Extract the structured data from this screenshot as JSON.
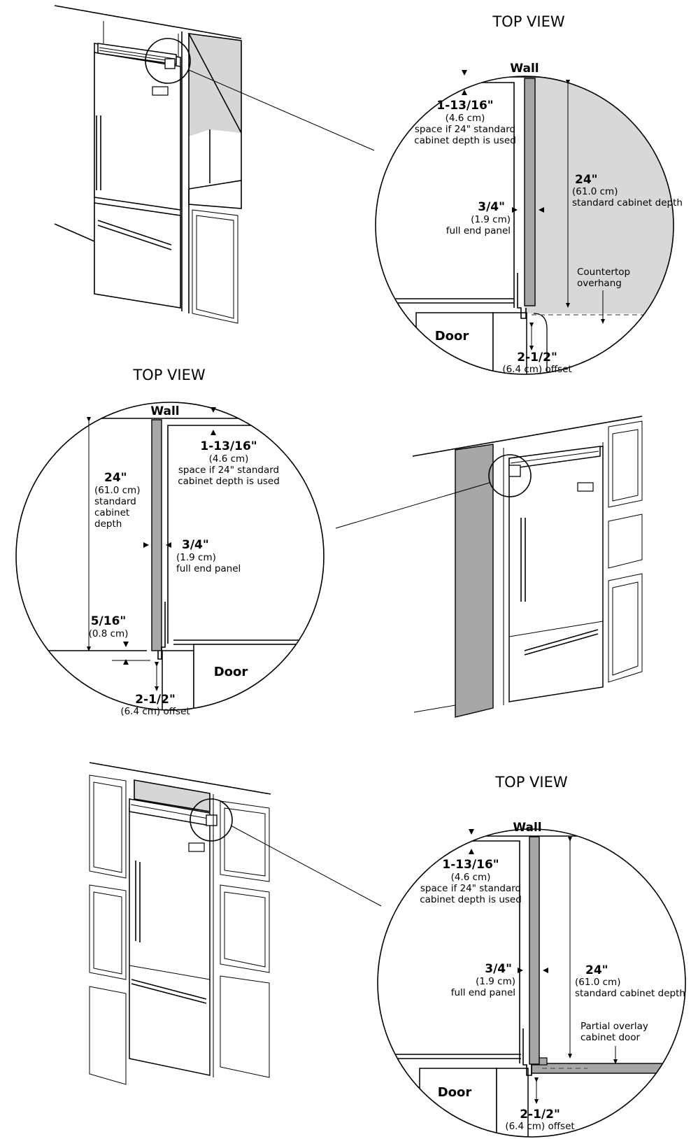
{
  "diagram_1": {
    "title": "TOP VIEW",
    "wall": "Wall",
    "gap_dim": "1-13/16\"",
    "gap_metric": "(4.6 cm)",
    "gap_note_1": "space if 24\" standard",
    "gap_note_2": "cabinet depth is used",
    "depth_dim": "24\"",
    "depth_metric": "(61.0 cm)",
    "depth_note": "standard cabinet depth",
    "panel_dim": "3/4\"",
    "panel_metric": "(1.9 cm)",
    "panel_note": "full end panel",
    "overhang_1": "Countertop",
    "overhang_2": "overhang",
    "door": "Door",
    "offset_dim": "2-1/2\"",
    "offset_note": "(6.4 cm) offset"
  },
  "diagram_2": {
    "title": "TOP VIEW",
    "wall": "Wall",
    "gap_dim": "1-13/16\"",
    "gap_metric": "(4.6 cm)",
    "gap_note_1": "space if 24\" standard",
    "gap_note_2": "cabinet depth is used",
    "depth_dim": "24\"",
    "depth_metric": "(61.0 cm)",
    "depth_note_1": "standard",
    "depth_note_2": "cabinet",
    "depth_note_3": "depth",
    "panel_dim": "3/4\"",
    "panel_metric": "(1.9 cm)",
    "panel_note": "full end panel",
    "reveal_dim": "5/16\"",
    "reveal_metric": "(0.8 cm)",
    "door": "Door",
    "offset_dim": "2-1/2\"",
    "offset_note": "(6.4 cm) offset"
  },
  "diagram_3": {
    "title": "TOP VIEW",
    "wall": "Wall",
    "gap_dim": "1-13/16\"",
    "gap_metric": "(4.6 cm)",
    "gap_note_1": "space if 24\" standard",
    "gap_note_2": "cabinet depth is used",
    "depth_dim": "24\"",
    "depth_metric": "(61.0 cm)",
    "depth_note": "standard cabinet depth",
    "panel_dim": "3/4\"",
    "panel_metric": "(1.9 cm)",
    "panel_note": "full end panel",
    "overlay_1": "Partial overlay",
    "overlay_2": "cabinet door",
    "door": "Door",
    "offset_dim": "2-1/2\"",
    "offset_note": "(6.4 cm) offset"
  }
}
